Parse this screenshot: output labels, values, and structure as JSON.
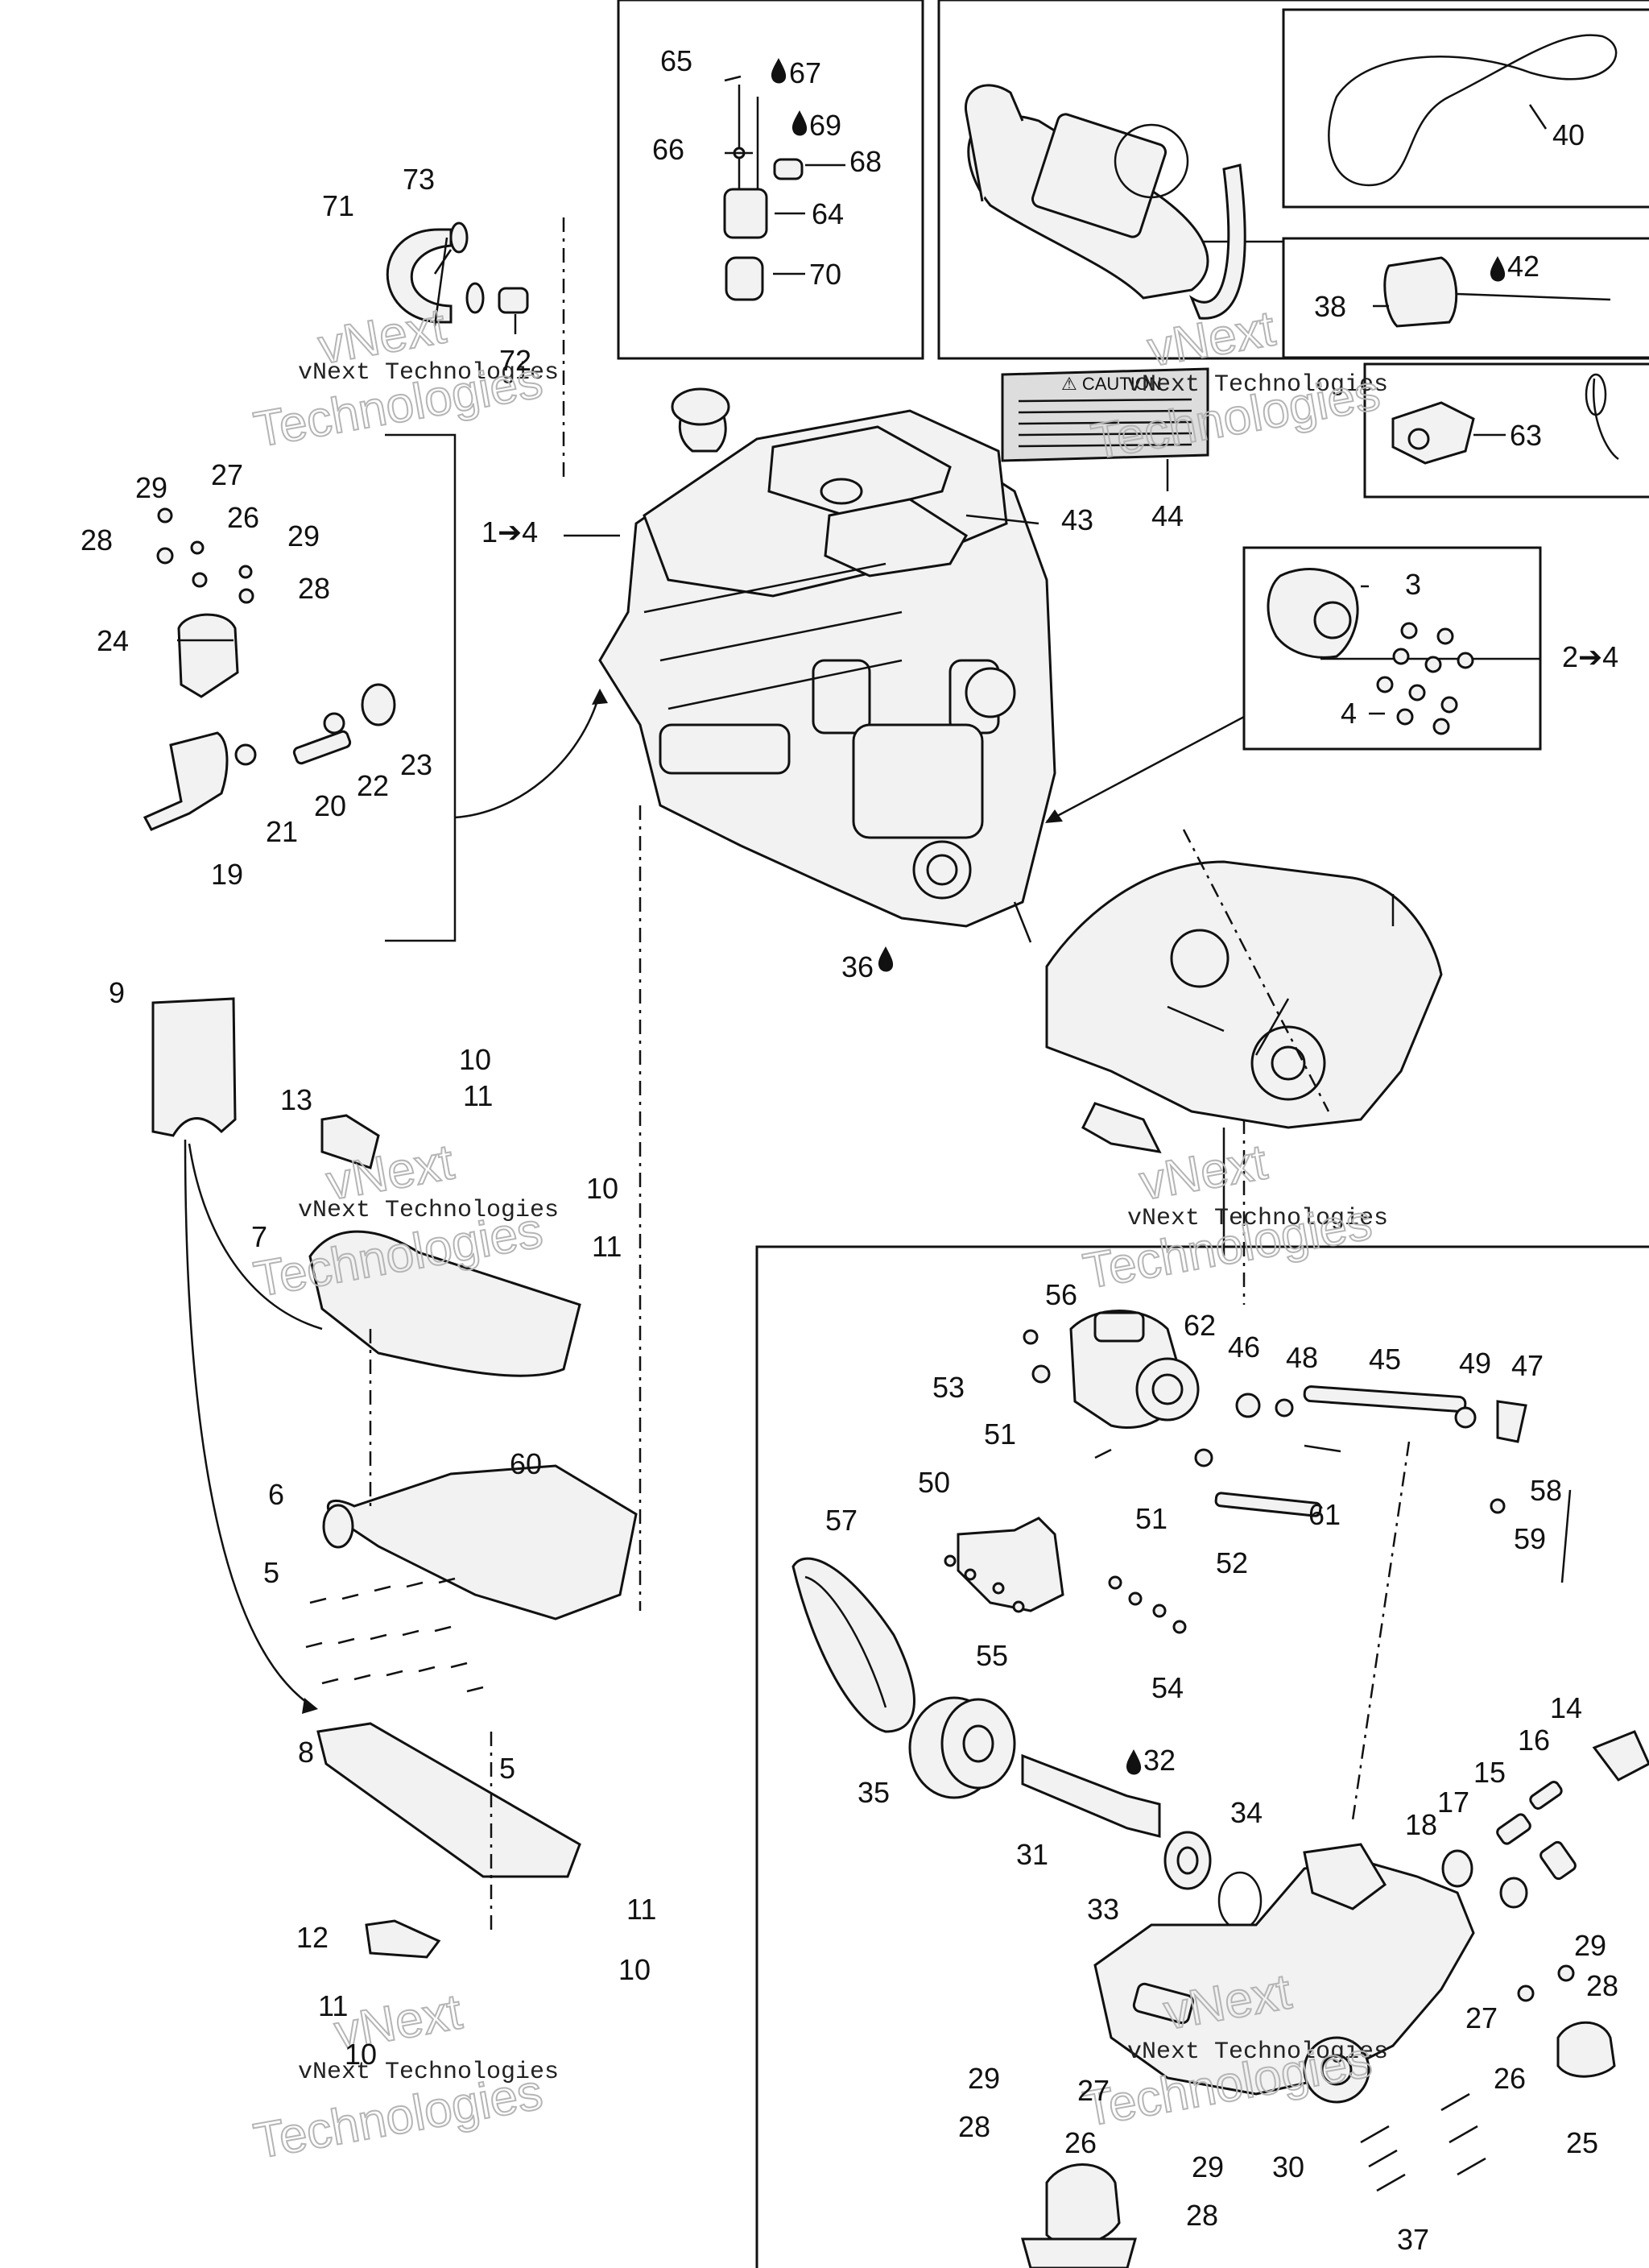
{
  "callouts": {
    "c65": "65",
    "c67": "67",
    "c69": "69",
    "c66": "66",
    "c68": "68",
    "c64": "64",
    "c70": "70",
    "c40": "40",
    "c42": "42",
    "c38": "38",
    "c71": "71",
    "c73": "73",
    "c72": "72",
    "c63": "63",
    "c44": "44",
    "c43": "43",
    "c1to4": "1➔4",
    "c3": "3",
    "c2to4": "2➔4",
    "c4": "4",
    "c29a": "29",
    "c27a": "27",
    "c28a": "28",
    "c26a": "26",
    "c29b": "29",
    "c28b": "28",
    "c24": "24",
    "c23": "23",
    "c22": "22",
    "c20": "20",
    "c21": "21",
    "c19": "19",
    "c36": "36",
    "c9": "9",
    "c10a": "10",
    "c11a": "11",
    "c13": "13",
    "c10b": "10",
    "c11b": "11",
    "c7": "7",
    "c56": "56",
    "c62": "62",
    "c46": "46",
    "c48": "48",
    "c45": "45",
    "c49": "49",
    "c47": "47",
    "c53": "53",
    "c51a": "51",
    "c50": "50",
    "c58": "58",
    "c57": "57",
    "c51b": "51",
    "c61": "61",
    "c59": "59",
    "c52": "52",
    "c6": "6",
    "c60": "60",
    "c5a": "5",
    "c55": "55",
    "c54": "54",
    "c14": "14",
    "c16": "16",
    "c15": "15",
    "c5b": "5",
    "c32": "32",
    "c35": "35",
    "c34": "34",
    "c18": "18",
    "c17": "17",
    "c31": "31",
    "c8": "8",
    "c11c": "11",
    "c33": "33",
    "c29c": "29",
    "c28c": "28",
    "c12": "12",
    "c10c": "10",
    "c27b": "27",
    "c11d": "11",
    "c10d": "10",
    "c26b": "26",
    "c25": "25",
    "c29d": "29",
    "c27c": "27",
    "c28d": "28",
    "c26c": "26",
    "c29e": "29",
    "c30": "30",
    "c28e": "28",
    "c37": "37"
  },
  "watermark": {
    "line1": "vNext Technologies",
    "big": "Technologies",
    "small": "vNext"
  },
  "caution_label": {
    "heading": "⚠ CAUTION"
  },
  "icons": {
    "oil_drop": "oil-drop-icon",
    "arrow": "arrow-icon"
  }
}
